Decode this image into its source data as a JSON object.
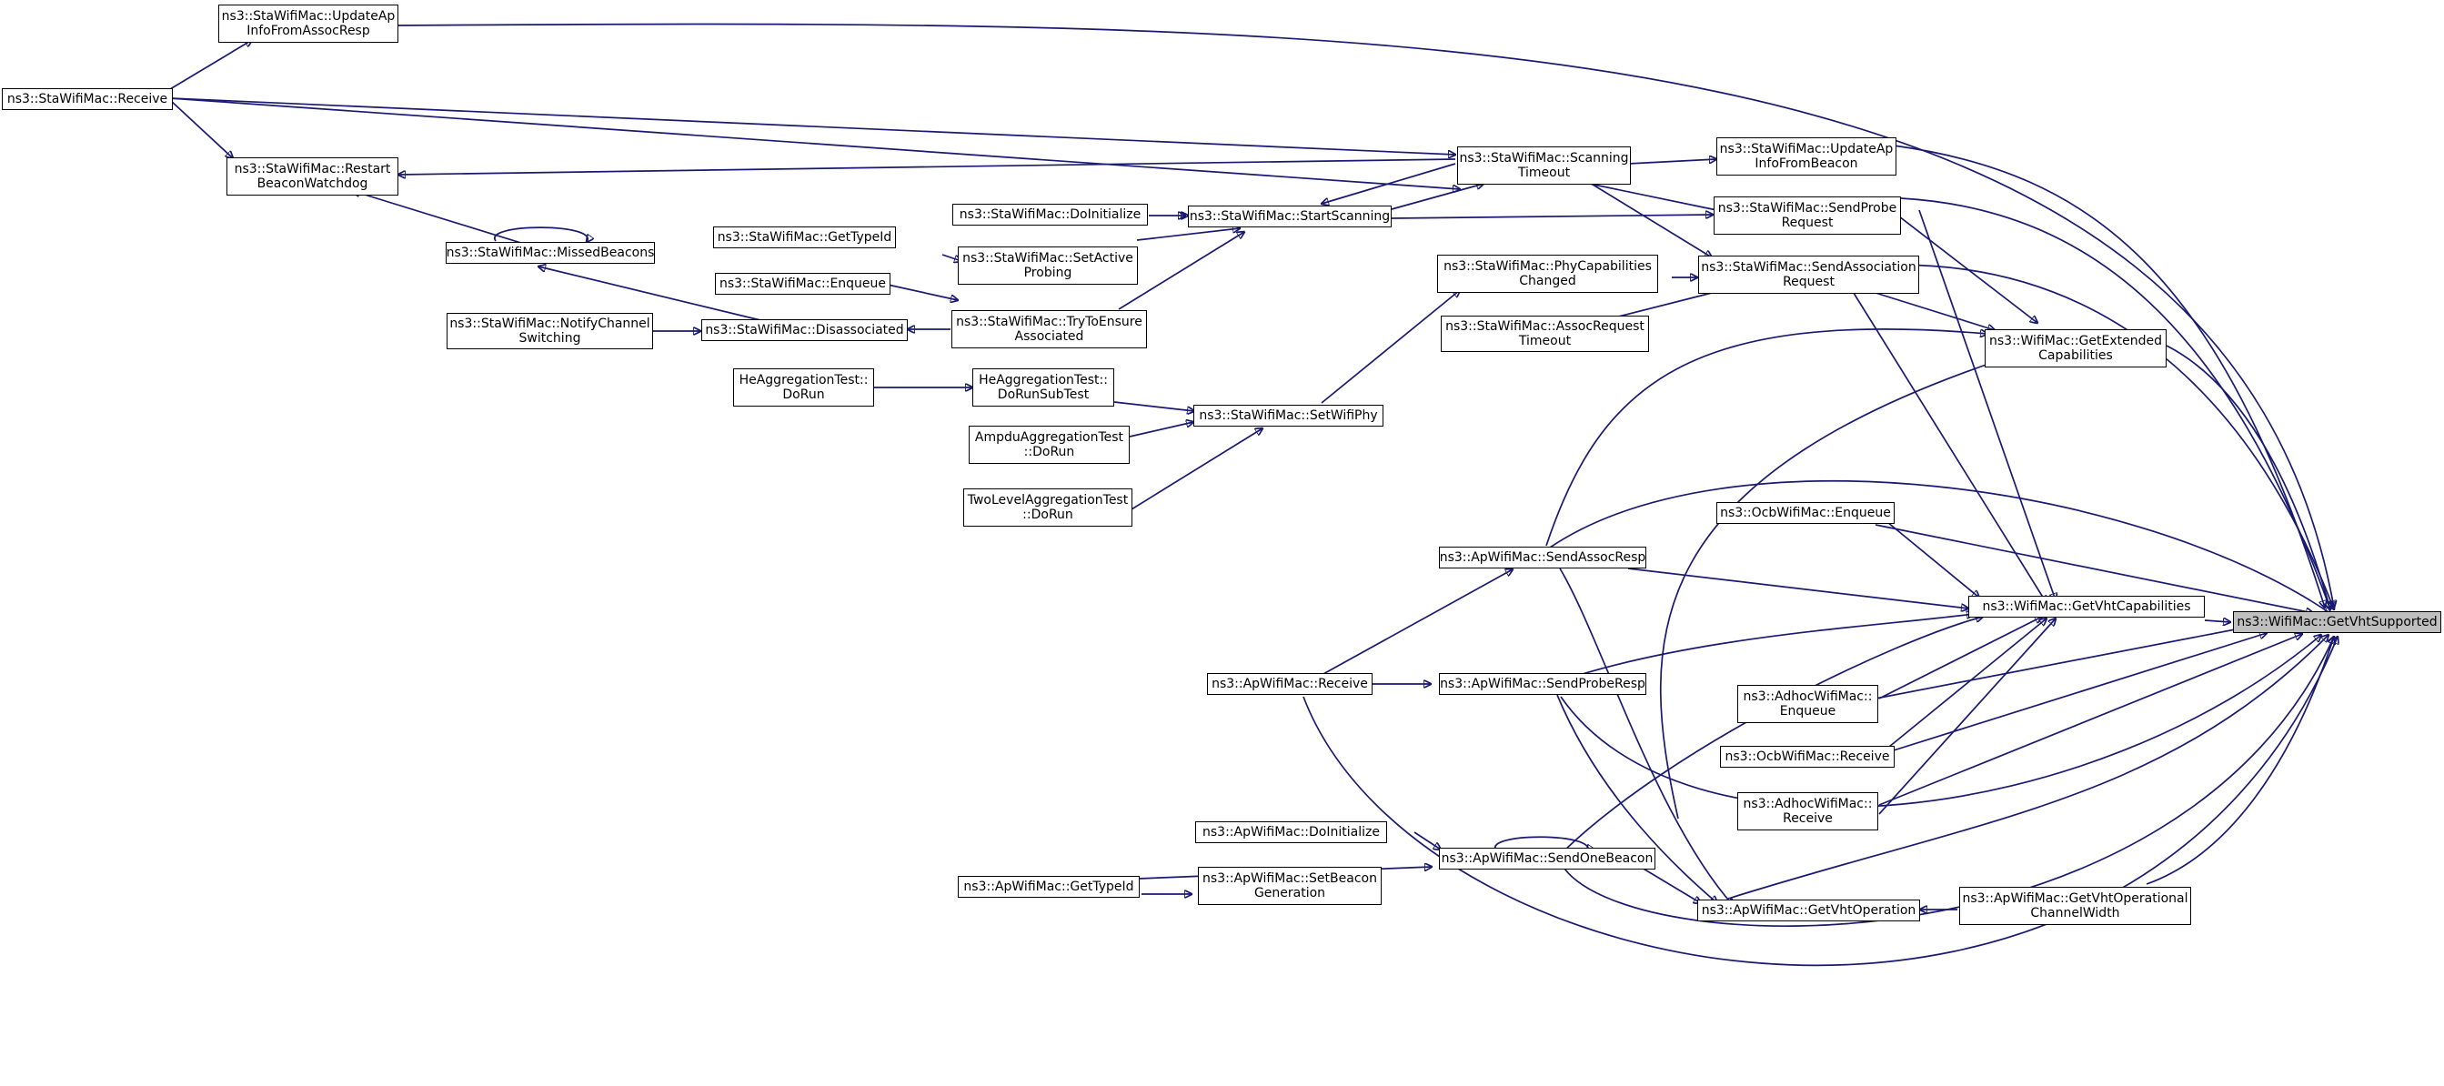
{
  "graph": {
    "title": "",
    "nodes": {
      "update_ap_assoc_resp": "ns3::StaWifiMac::UpdateAp\nInfoFromAssocResp",
      "sta_receive": "ns3::StaWifiMac::Receive",
      "restart_beacon_watchdog": "ns3::StaWifiMac::Restart\nBeaconWatchdog",
      "missed_beacons": "ns3::StaWifiMac::MissedBeacons",
      "notify_channel_switching": "ns3::StaWifiMac::NotifyChannel\nSwitching",
      "disassociated": "ns3::StaWifiMac::Disassociated",
      "sta_enqueue": "ns3::StaWifiMac::Enqueue",
      "sta_get_type_id": "ns3::StaWifiMac::GetTypeId",
      "sta_do_initialize": "ns3::StaWifiMac::DoInitialize",
      "set_active_probing": "ns3::StaWifiMac::SetActive\nProbing",
      "try_to_ensure_associated": "ns3::StaWifiMac::TryToEnsure\nAssociated",
      "start_scanning": "ns3::StaWifiMac::StartScanning",
      "scanning_timeout": "ns3::StaWifiMac::Scanning\nTimeout",
      "update_ap_beacon": "ns3::StaWifiMac::UpdateAp\nInfoFromBeacon",
      "send_probe_request": "ns3::StaWifiMac::SendProbe\nRequest",
      "phy_capabilities_changed": "ns3::StaWifiMac::PhyCapabilities\nChanged",
      "send_association_request": "ns3::StaWifiMac::SendAssociation\nRequest",
      "assoc_request_timeout": "ns3::StaWifiMac::AssocRequest\nTimeout",
      "he_do_run": "HeAggregationTest::\nDoRun",
      "he_do_run_sub_test": "HeAggregationTest::\nDoRunSubTest",
      "ampdu_do_run": "AmpduAggregationTest\n::DoRun",
      "two_level_do_run": "TwoLevelAggregationTest\n::DoRun",
      "set_wifi_phy": "ns3::StaWifiMac::SetWifiPhy",
      "get_extended_capabilities": "ns3::WifiMac::GetExtended\nCapabilities",
      "ocb_enqueue": "ns3::OcbWifiMac::Enqueue",
      "send_assoc_resp": "ns3::ApWifiMac::SendAssocResp",
      "get_vht_capabilities": "ns3::WifiMac::GetVhtCapabilities",
      "get_vht_supported": "ns3::WifiMac::GetVhtSupported",
      "ap_receive": "ns3::ApWifiMac::Receive",
      "send_probe_resp": "ns3::ApWifiMac::SendProbeResp",
      "adhoc_enqueue": "ns3::AdhocWifiMac::\nEnqueue",
      "ocb_receive": "ns3::OcbWifiMac::Receive",
      "adhoc_receive": "ns3::AdhocWifiMac::\nReceive",
      "ap_do_initialize": "ns3::ApWifiMac::DoInitialize",
      "send_one_beacon": "ns3::ApWifiMac::SendOneBeacon",
      "ap_get_type_id": "ns3::ApWifiMac::GetTypeId",
      "set_beacon_generation": "ns3::ApWifiMac::SetBeacon\nGeneration",
      "get_vht_operation": "ns3::ApWifiMac::GetVhtOperation",
      "get_vht_operational_channel_width": "ns3::ApWifiMac::GetVhtOperational\nChannelWidth"
    },
    "colors": {
      "edge": "#191970",
      "node_border": "#000000",
      "target_fill": "#bfbfbf"
    }
  }
}
